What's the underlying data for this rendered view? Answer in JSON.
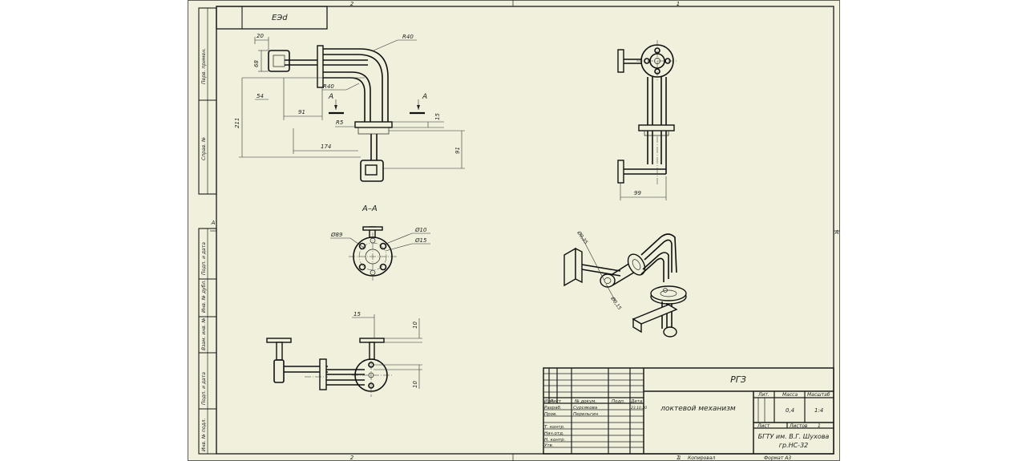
{
  "frame": {
    "top_zone_left": "2",
    "top_zone_right": "1",
    "bottom_zone_left": "2",
    "bottom_zone_right": "1",
    "side_zone_left": "A",
    "side_zone_right": "A"
  },
  "side_stamp": {
    "perv_primen": "Перв. примен.",
    "sprav_no": "Справ. №",
    "podp_data_1": "Подп. и дата",
    "inv_dubl": "Инв. № дубл.",
    "vzam_inv": "Взам. инв. №",
    "podp_data_2": "Подп. и дата",
    "inv_podl": "Инв. № подл."
  },
  "corner_stamp": "ЕЭd",
  "views": {
    "section_label": "А–А",
    "cut_mark_left": "А",
    "cut_mark_right": "А"
  },
  "dimensions": {
    "d20": "20",
    "d68": "68",
    "r40_top": "R40",
    "d54": "54",
    "r40_inner": "R40",
    "d91_horiz": "91",
    "r5": "R5",
    "d15_right": "15",
    "d211": "211",
    "d174": "174",
    "d91_vert": "91",
    "d99": "99",
    "dia89": "Ø89",
    "dia10": "Ø10",
    "dia15": "Ø15",
    "d15_bottom": "15",
    "d10_top": "10",
    "d10_bottom": "10",
    "iso_dia1": "Ø0,35",
    "iso_dia2": "Ø0,15"
  },
  "title_block": {
    "doc_code": "РГЗ",
    "name": "локтевой механизм",
    "hdr_izm": "Изм.",
    "hdr_list": "Лист",
    "hdr_doc": "№ докум.",
    "hdr_podp": "Подп.",
    "hdr_data": "Дата",
    "row_razrab": "Разраб.",
    "row_prov": "Пров.",
    "row_tkontr": "Т. контр.",
    "row_nachotd": "Нач.отд.",
    "row_nkontr": "Н. контр.",
    "row_utv": "Утв.",
    "razrab_name": "Сурсякова",
    "prov_name": "Перельгин",
    "razrab_date": "23.10.20",
    "lit_label": "Лит.",
    "massa_label": "Масса",
    "masshtab_label": "Масштаб",
    "massa_value": "0,4",
    "masshtab_value": "1:4",
    "list_label": "Лист",
    "listov_label": "Листов",
    "listov_value": "1",
    "org_line1": "БГТУ им. В.Г. Шухова",
    "org_line2": "гр.НС-32"
  },
  "footer": {
    "copied": "Копировал",
    "format": "Формат А3",
    "num_1": "1"
  }
}
